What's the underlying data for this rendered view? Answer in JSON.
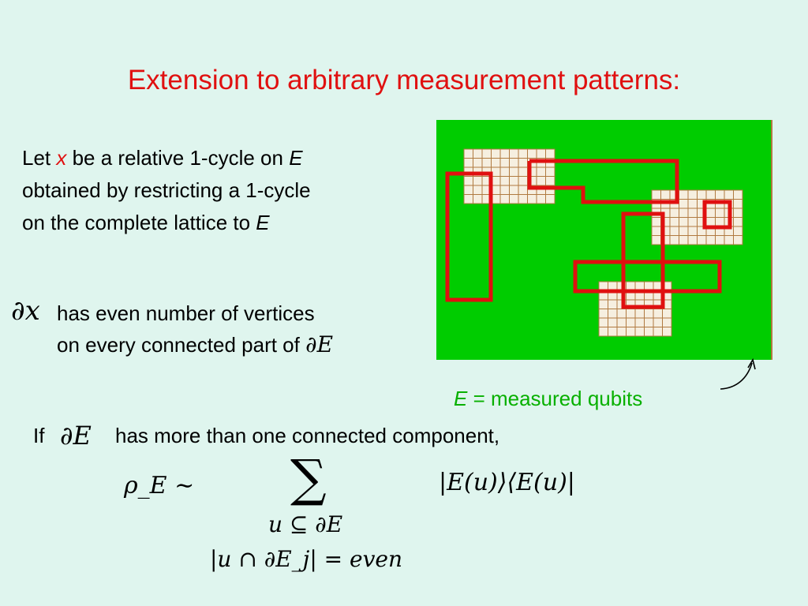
{
  "title": "Extension to arbitrary measurement patterns:",
  "para": {
    "l1_a": "Let ",
    "l1_x": "x",
    "l1_b": " be a relative 1-cycle on ",
    "l1_E": "E",
    "l2": "obtained by restricting a 1-cycle",
    "l3_a": "on the complete lattice to ",
    "l3_E": "E"
  },
  "boundary": {
    "symbol": "∂x",
    "line1": "has even number of vertices",
    "line2": "on every connected part of ",
    "dE": "∂E"
  },
  "caption": {
    "E": "E",
    "text": " = measured qubits"
  },
  "condition": {
    "if": "If",
    "dE": "∂E",
    "text": "has more than one connected component,"
  },
  "formula": {
    "rho": "ρ_E ∼",
    "sum": "∑",
    "sub1": "u ⊆ ∂E",
    "sub2": "|u ∩ ∂E_j| = even",
    "ket": "|E(u)⟩⟨E(u)|"
  },
  "colors": {
    "title": "#e01010",
    "figure_bg": "#00cc00",
    "cycle": "#e01010",
    "caption": "#08b000"
  }
}
